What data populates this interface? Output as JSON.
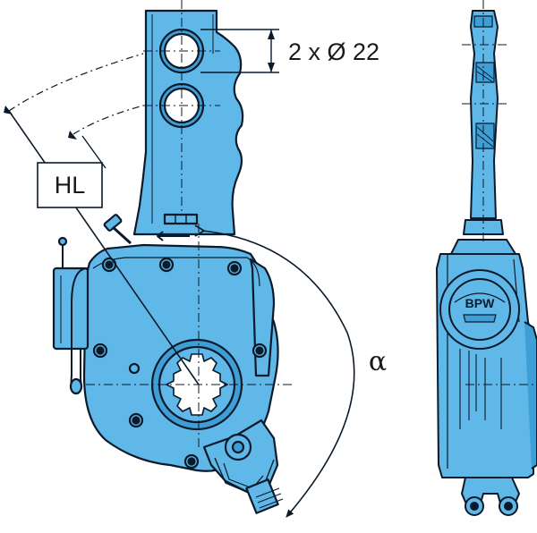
{
  "dimension_label": "2 x Ø 22",
  "lever_length_label": "HL",
  "angle_label": "α",
  "logo_text": "BPW",
  "colors": {
    "body": "#5fb8e8",
    "body_dark": "#3e9fd6",
    "outline": "#0a1a2a",
    "background": "#ffffff"
  }
}
